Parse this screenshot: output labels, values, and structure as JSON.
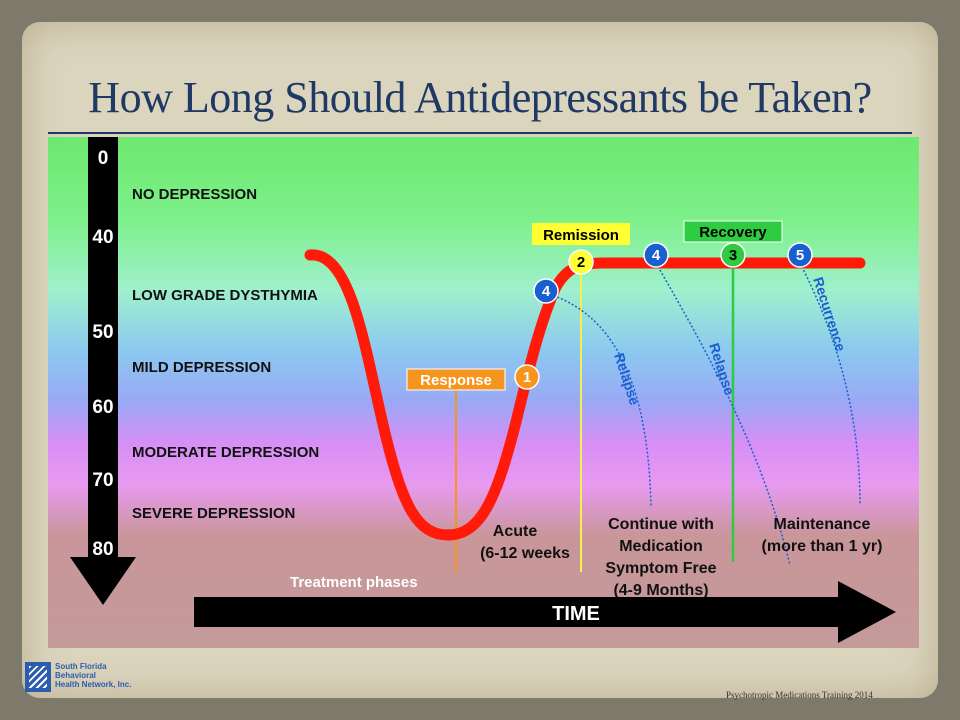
{
  "title": "How Long Should Antidepressants be Taken?",
  "footer": "Psychotropic Medications Training 2014",
  "logo": {
    "lines": [
      "South Florida",
      "Behavioral",
      "Health Network, Inc."
    ]
  },
  "scale": {
    "ticks": [
      "0",
      "40",
      "50",
      "60",
      "70",
      "80"
    ]
  },
  "levels": [
    "NO DEPRESSION",
    "LOW GRADE DYSTHYMIA",
    "MILD DEPRESSION",
    "MODERATE DEPRESSION",
    "SEVERE DEPRESSION"
  ],
  "markers": {
    "response": "Response",
    "remission": "Remission",
    "recovery": "Recovery",
    "points": [
      "1",
      "2",
      "3",
      "4",
      "4",
      "5"
    ]
  },
  "branches": [
    "Relapse",
    "Relapse",
    "Recurrence"
  ],
  "phases": {
    "acute": [
      "Acute",
      "(6-12 weeks"
    ],
    "continuation": [
      "Continue with",
      "Medication",
      "Symptom Free",
      "(4-9 Months)"
    ],
    "maintenance": [
      "Maintenance",
      "(more than 1 yr)"
    ]
  },
  "treatment_phases_label": "Treatment phases",
  "time_label": "TIME",
  "colors": {
    "title": "#1f3864",
    "curve": "#ff1a0a",
    "response": "#f7941d",
    "remission": "#ffff33",
    "recovery": "#2ecc40",
    "blue": "#1a5fd0"
  }
}
